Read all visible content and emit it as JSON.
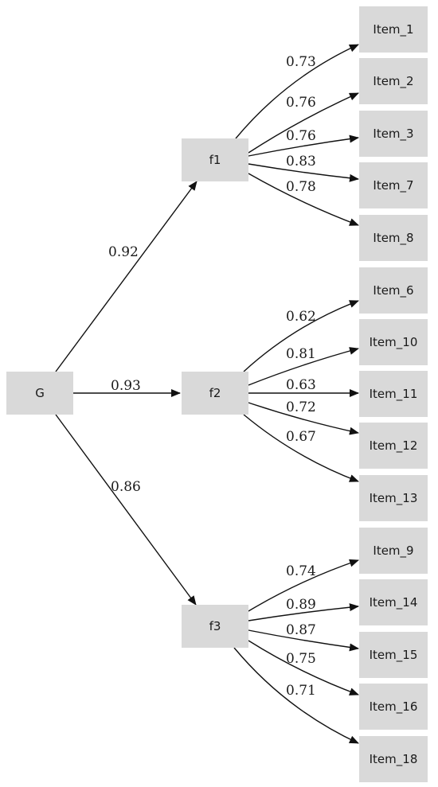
{
  "nodes": {
    "G": "G",
    "f1": "f1",
    "f2": "f2",
    "f3": "f3",
    "items": [
      "Item_1",
      "Item_2",
      "Item_3",
      "Item_7",
      "Item_8",
      "Item_6",
      "Item_10",
      "Item_11",
      "Item_12",
      "Item_13",
      "Item_9",
      "Item_14",
      "Item_15",
      "Item_16",
      "Item_18"
    ]
  },
  "paths": [
    {
      "from": "G",
      "to": "f1",
      "loading": "0.92"
    },
    {
      "from": "G",
      "to": "f2",
      "loading": "0.93"
    },
    {
      "from": "G",
      "to": "f3",
      "loading": "0.86"
    },
    {
      "from": "f1",
      "to": "Item_1",
      "loading": "0.73"
    },
    {
      "from": "f1",
      "to": "Item_2",
      "loading": "0.76"
    },
    {
      "from": "f1",
      "to": "Item_3",
      "loading": "0.76"
    },
    {
      "from": "f1",
      "to": "Item_7",
      "loading": "0.83"
    },
    {
      "from": "f1",
      "to": "Item_8",
      "loading": "0.78"
    },
    {
      "from": "f2",
      "to": "Item_6",
      "loading": "0.62"
    },
    {
      "from": "f2",
      "to": "Item_10",
      "loading": "0.81"
    },
    {
      "from": "f2",
      "to": "Item_11",
      "loading": "0.63"
    },
    {
      "from": "f2",
      "to": "Item_12",
      "loading": "0.72"
    },
    {
      "from": "f2",
      "to": "Item_13",
      "loading": "0.67"
    },
    {
      "from": "f3",
      "to": "Item_9",
      "loading": "0.74"
    },
    {
      "from": "f3",
      "to": "Item_14",
      "loading": "0.89"
    },
    {
      "from": "f3",
      "to": "Item_15",
      "loading": "0.87"
    },
    {
      "from": "f3",
      "to": "Item_16",
      "loading": "0.75"
    },
    {
      "from": "f3",
      "to": "Item_18",
      "loading": "0.71"
    }
  ]
}
